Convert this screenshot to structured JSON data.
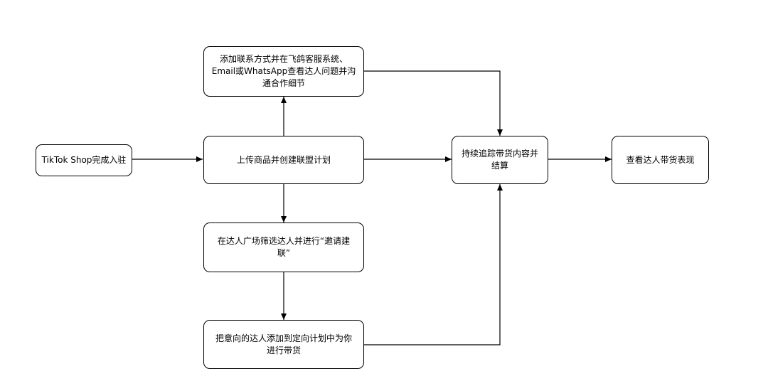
{
  "diagram": {
    "nodes": {
      "start": "TikTok Shop完成入驻",
      "upload": "上传商品并创建联盟计划",
      "contact": "添加联系方式并在飞鸽客服系统、\nEmail或WhatsApp查看达人问题并沟\n通合作细节",
      "plaza": "在达人广场筛选达人并进行“邀请建\n联”",
      "target": "把意向的达人添加到定向计划中为你\n进行带货",
      "track": "持续追踪带货内容并\n结算",
      "view": "查看达人带货表现"
    }
  }
}
